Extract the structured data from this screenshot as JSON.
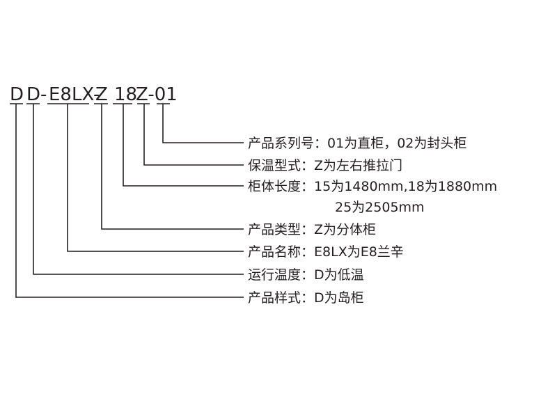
{
  "code": {
    "segments": [
      "D",
      "D-",
      "E8LX-",
      "Z",
      "18",
      "Z-01"
    ]
  },
  "descriptions": [
    {
      "label": "产品系列号：",
      "value": "01为直柜，02为封头柜"
    },
    {
      "label": "保温型式：",
      "value": "Z为左右推拉门"
    },
    {
      "label": "柜体长度：",
      "value": "15为1480mm,18为1880mm"
    },
    {
      "label": "",
      "value": "25为2505mm"
    },
    {
      "label": "产品类型：",
      "value": "Z为分体柜"
    },
    {
      "label": "产品名称：",
      "value": "E8LX为E8兰辛"
    },
    {
      "label": "运行温度：",
      "value": "D为低温"
    },
    {
      "label": "产品样式：",
      "value": "D为岛柜"
    }
  ]
}
